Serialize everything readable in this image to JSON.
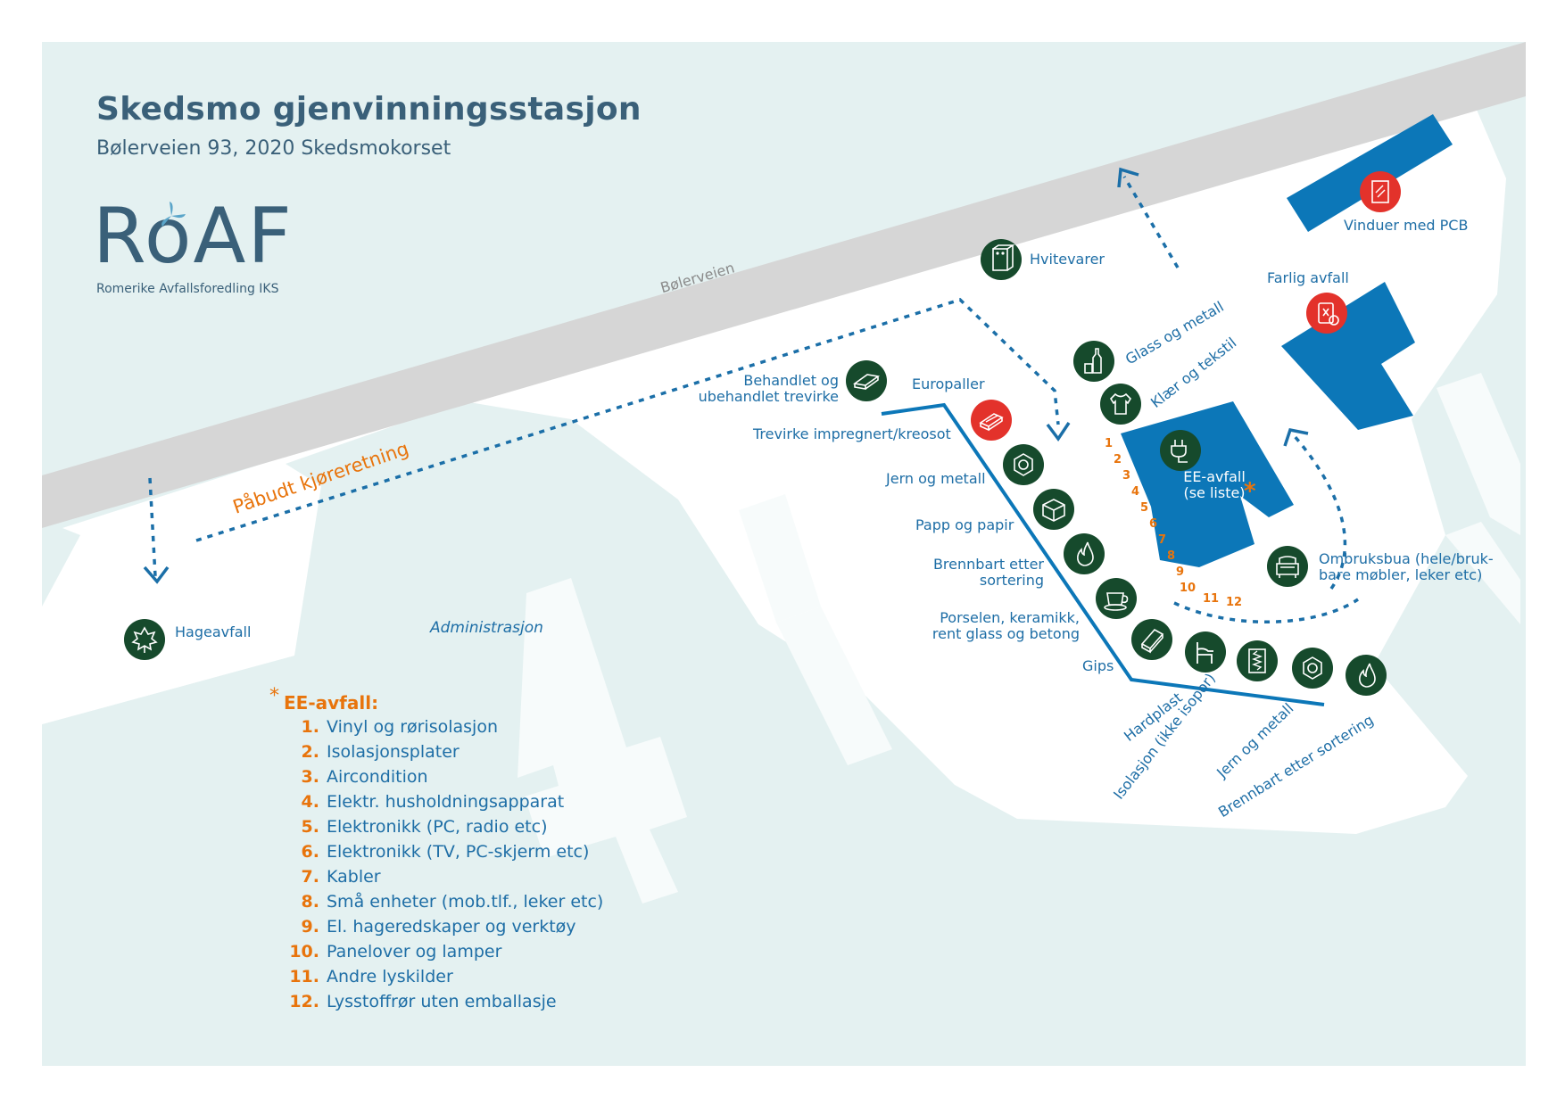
{
  "header": {
    "title": "Skedsmo gjenvinningsstasjon",
    "address": "Bølerveien 93, 2020 Skedsmokorset"
  },
  "logo": {
    "wordmark": "RoAF",
    "tagline": "Romerike Avfallsforedling IKS"
  },
  "map": {
    "road_name": "Bølerveien",
    "direction_label": "Påbudt kjøreretning",
    "building_label": "Administrasjon",
    "colors": {
      "background": "#e4f1f1",
      "ground": "#ffffff",
      "road": "#d6d6d6",
      "building": "#0c77b8",
      "icon_green": "#164a2c",
      "icon_red": "#e3322b",
      "label_blue": "#1e6ea6",
      "accent_orange": "#e8740c"
    }
  },
  "stations": {
    "hageavfall": "Hageavfall",
    "hvitevarer": "Hvitevarer",
    "vinduer_pcb": "Vinduer med PCB",
    "farlig_avfall": "Farlig avfall",
    "glass_metall": "Glass og metall",
    "klaer_tekstil": "Klær og tekstil",
    "trevirke_line1": "Behandlet og",
    "trevirke_line2": "ubehandlet trevirke",
    "europaller": "Europaller",
    "trevirke_impregnert": "Trevirke impregnert/kreosot",
    "jern_metall": "Jern og metall",
    "papp_papir": "Papp og papir",
    "brennbart_line1": "Brennbart etter",
    "brennbart_line2": "sortering",
    "porselen_line1": "Porselen, keramikk,",
    "porselen_line2": "rent glass og betong",
    "gips": "Gips",
    "hardplast": "Hardplast",
    "isolasjon": "Isolasjon (ikke isopor)",
    "jern_metall_2": "Jern og metall",
    "brennbart_2": "Brennbart etter sortering",
    "ee_line1": "EE-avfall",
    "ee_line2": "(se liste)",
    "ombruk_line1": "Ombruksbua (hele/bruk-",
    "ombruk_line2": "bare møbler, leker etc)"
  },
  "bay_numbers": [
    "1",
    "2",
    "3",
    "4",
    "5",
    "6",
    "7",
    "8",
    "9",
    "10",
    "11",
    "12"
  ],
  "legend": {
    "title": "EE-avfall:",
    "items": [
      {
        "num": "1.",
        "text": "Vinyl og rørisolasjon"
      },
      {
        "num": "2.",
        "text": "Isolasjonsplater"
      },
      {
        "num": "3.",
        "text": "Aircondition"
      },
      {
        "num": "4.",
        "text": "Elektr. husholdningsapparat"
      },
      {
        "num": "5.",
        "text": "Elektronikk (PC, radio etc)"
      },
      {
        "num": "6.",
        "text": "Elektronikk (TV, PC-skjerm etc)"
      },
      {
        "num": "7.",
        "text": "Kabler"
      },
      {
        "num": "8.",
        "text": "Små enheter (mob.tlf., leker etc)"
      },
      {
        "num": "9.",
        "text": "El. hageredskaper og verktøy"
      },
      {
        "num": "10.",
        "text": "Panelover og lamper"
      },
      {
        "num": "11.",
        "text": "Andre lyskilder"
      },
      {
        "num": "12.",
        "text": "Lysstoffrør uten emballasje"
      }
    ]
  },
  "icons": [
    "leaf-icon",
    "fridge-icon",
    "window-icon",
    "hazard-icon",
    "bottles-icon",
    "shirt-icon",
    "wood-icon",
    "pallet-icon",
    "nut-icon",
    "box-icon",
    "flame-icon",
    "cup-icon",
    "board-icon",
    "chair-icon",
    "insulation-icon",
    "nut-icon",
    "flame-icon",
    "plug-icon",
    "armchair-icon"
  ]
}
